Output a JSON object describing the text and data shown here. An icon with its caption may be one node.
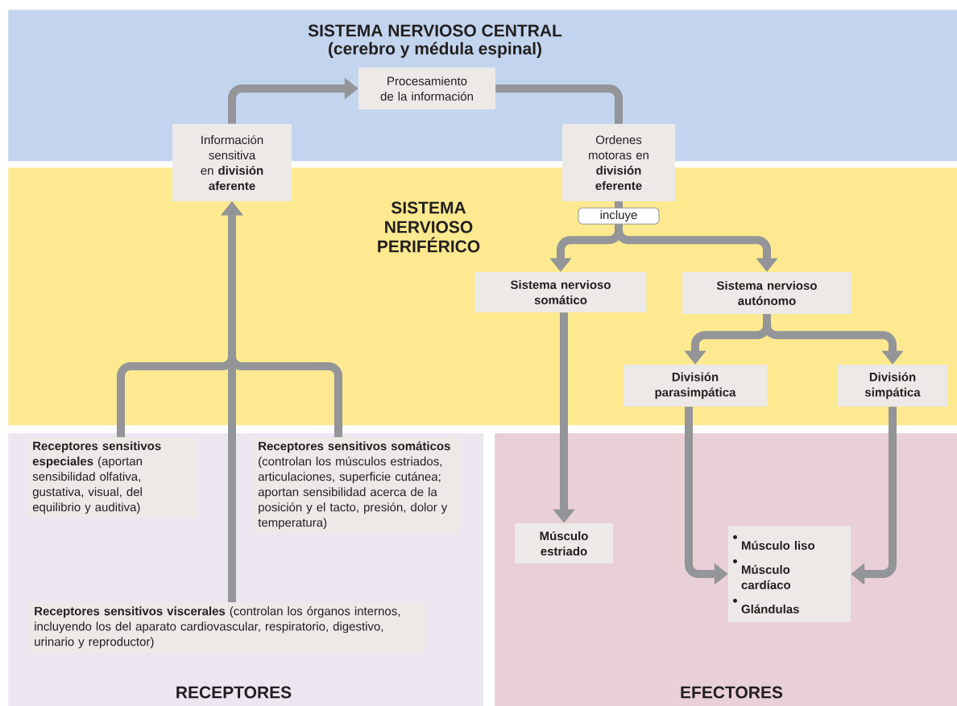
{
  "diagram": {
    "nodes": [
      {
        "text": [
          "SISTEMA NERVIOSO CENTRAL",
          "(cerebro y médula espinal)"
        ]
      },
      {
        "text": [
          "Procesamiento de la información"
        ],
        "in": 0
      },
      {
        "text": [
          "Información sensitiva en **división aferente**"
        ]
      },
      {
        "text": [
          "Ordenes motoras en **división eferente**"
        ]
      },
      {
        "text": [
          "SISTEMA NERVIOSO PERIFÉRICO"
        ]
      },
      {
        "text": [
          "Sistema nervioso somático"
        ],
        "in": 4
      },
      {
        "text": [
          "Sistema nervioso autónomo"
        ],
        "in": 4
      },
      {
        "text": [
          "División parasimpática"
        ],
        "in": 4
      },
      {
        "text": [
          "División simpática"
        ],
        "in": 4
      },
      {
        "text": [
          "RECEPTORES"
        ]
      },
      {
        "text": [
          "**Receptores sensitivos especiales** (aportan sensibilidad olfativa, gustativa, visual, del equilibrio y auditiva)"
        ],
        "in": 9
      },
      {
        "text": [
          "**Receptores sensitivos somáticos** (controlan los músculos estriados, articulaciones, superficie cutánea; aportan sensibilidad acerca de la posición y el tacto, presión, dolor y temperatura)"
        ],
        "in": 9
      },
      {
        "text": [
          "**Receptores sensitivos viscerales** (controlan los órganos internos, incluyendo los del aparato cardiovascular, respiratorio, digestivo, urinario y reproductor)"
        ],
        "in": 9
      },
      {
        "text": [
          "EFECTORES"
        ]
      },
      {
        "text": [
          "Músculo estriado"
        ],
        "in": 13
      },
      {
        "text": [
          "Músculo liso",
          "Músculo cardíaco",
          "Glándulas"
        ],
        "in": 13
      }
    ],
    "edges": [
      {
        "from": 2,
        "to": 1,
        "arrow": "to"
      },
      {
        "from": 1,
        "to": 3,
        "arrow": "none"
      },
      {
        "from": 3,
        "to": 5,
        "arrow": "to",
        "label": "incluye"
      },
      {
        "from": 3,
        "to": 6,
        "arrow": "to"
      },
      {
        "from": 6,
        "to": 7,
        "arrow": "to"
      },
      {
        "from": 6,
        "to": 8,
        "arrow": "to"
      },
      {
        "from": 5,
        "to": 14,
        "arrow": "to"
      },
      {
        "from": 7,
        "to": 15,
        "arrow": "to"
      },
      {
        "from": 8,
        "to": 15,
        "arrow": "to"
      },
      {
        "from": 12,
        "to": 2,
        "arrow": "to"
      },
      {
        "from": 10,
        "to": 2,
        "arrow": "to"
      },
      {
        "from": 11,
        "to": 2,
        "arrow": "to"
      }
    ]
  }
}
